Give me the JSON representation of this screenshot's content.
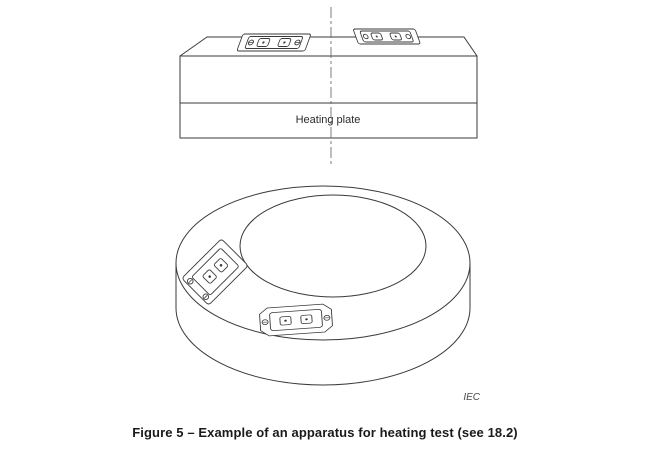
{
  "figure": {
    "labels": {
      "heating_plate": "Heating plate",
      "iec": "IEC"
    },
    "caption": "Figure 5 – Example of an apparatus for heating test (see 18.2)",
    "colors": {
      "line": "#3a3a3a",
      "centerline": "#6e6e6e",
      "text": "#1a1a1a",
      "background": "#ffffff"
    }
  }
}
